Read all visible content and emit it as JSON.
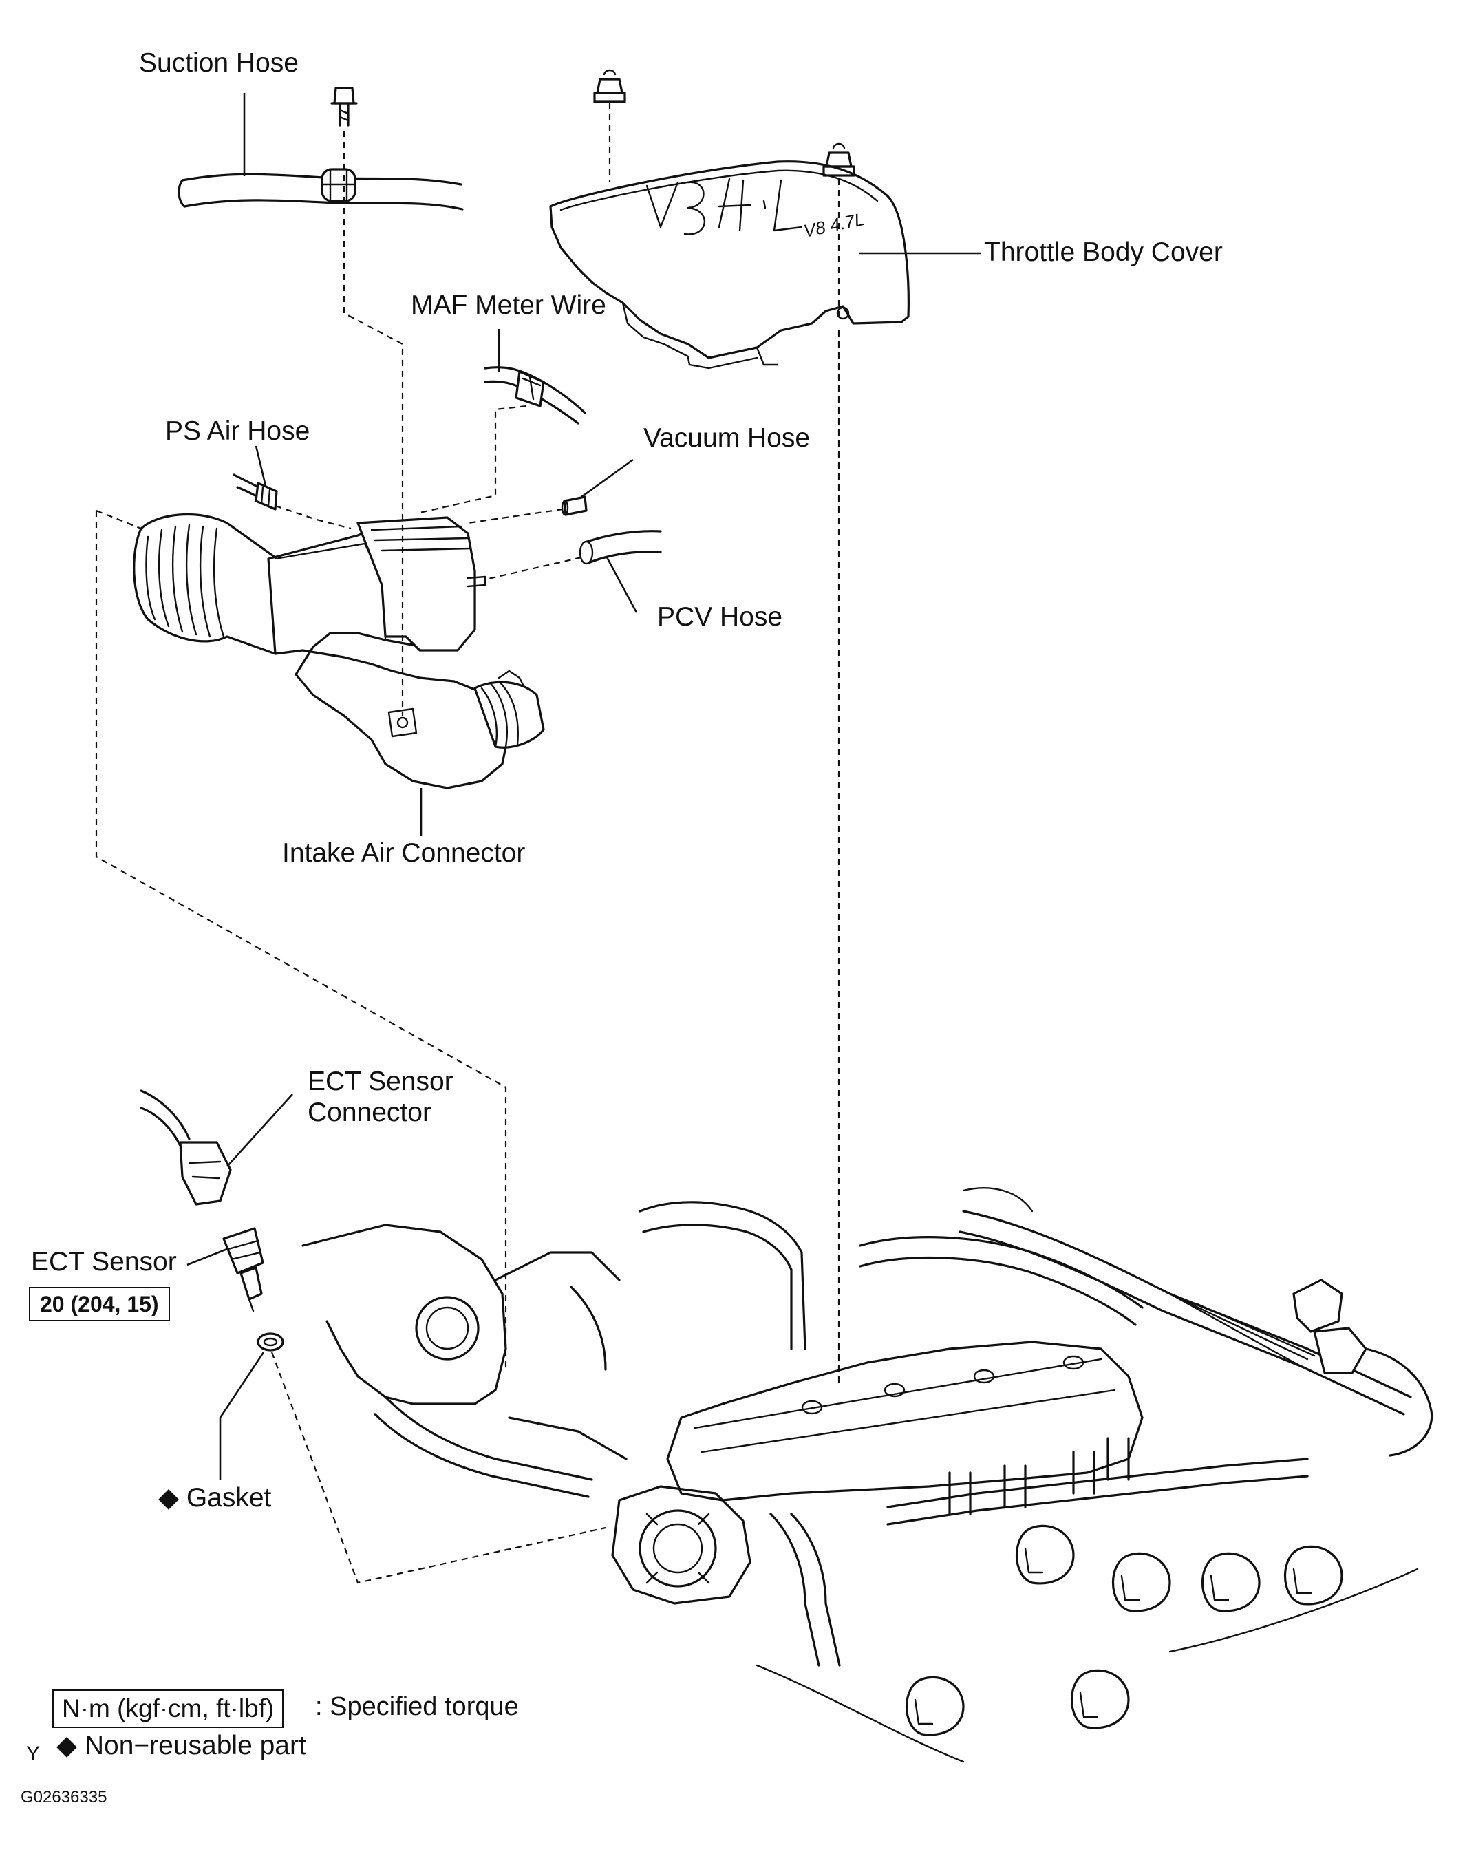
{
  "labels": {
    "suction_hose": "Suction Hose",
    "throttle_body_cover": "Throttle Body Cover",
    "maf_meter_wire": "MAF Meter Wire",
    "ps_air_hose": "PS Air Hose",
    "vacuum_hose": "Vacuum Hose",
    "pcv_hose": "PCV Hose",
    "intake_air_connector": "Intake Air Connector",
    "ect_sensor_connector_line1": "ECT Sensor",
    "ect_sensor_connector_line2": "Connector",
    "ect_sensor": "ECT Sensor",
    "gasket": "Gasket"
  },
  "torque": {
    "ect_sensor": "20 (204, 15)"
  },
  "cover_marking": "V8 4.7L",
  "legend": {
    "torque_units": "N·m (kgf·cm, ft·lbf)",
    "torque_desc": ": Specified torque",
    "nonreusable_desc": "Non−reusable part",
    "diamond_symbol": "◆"
  },
  "figure_code": "G02636335",
  "corner_mark": "Y"
}
